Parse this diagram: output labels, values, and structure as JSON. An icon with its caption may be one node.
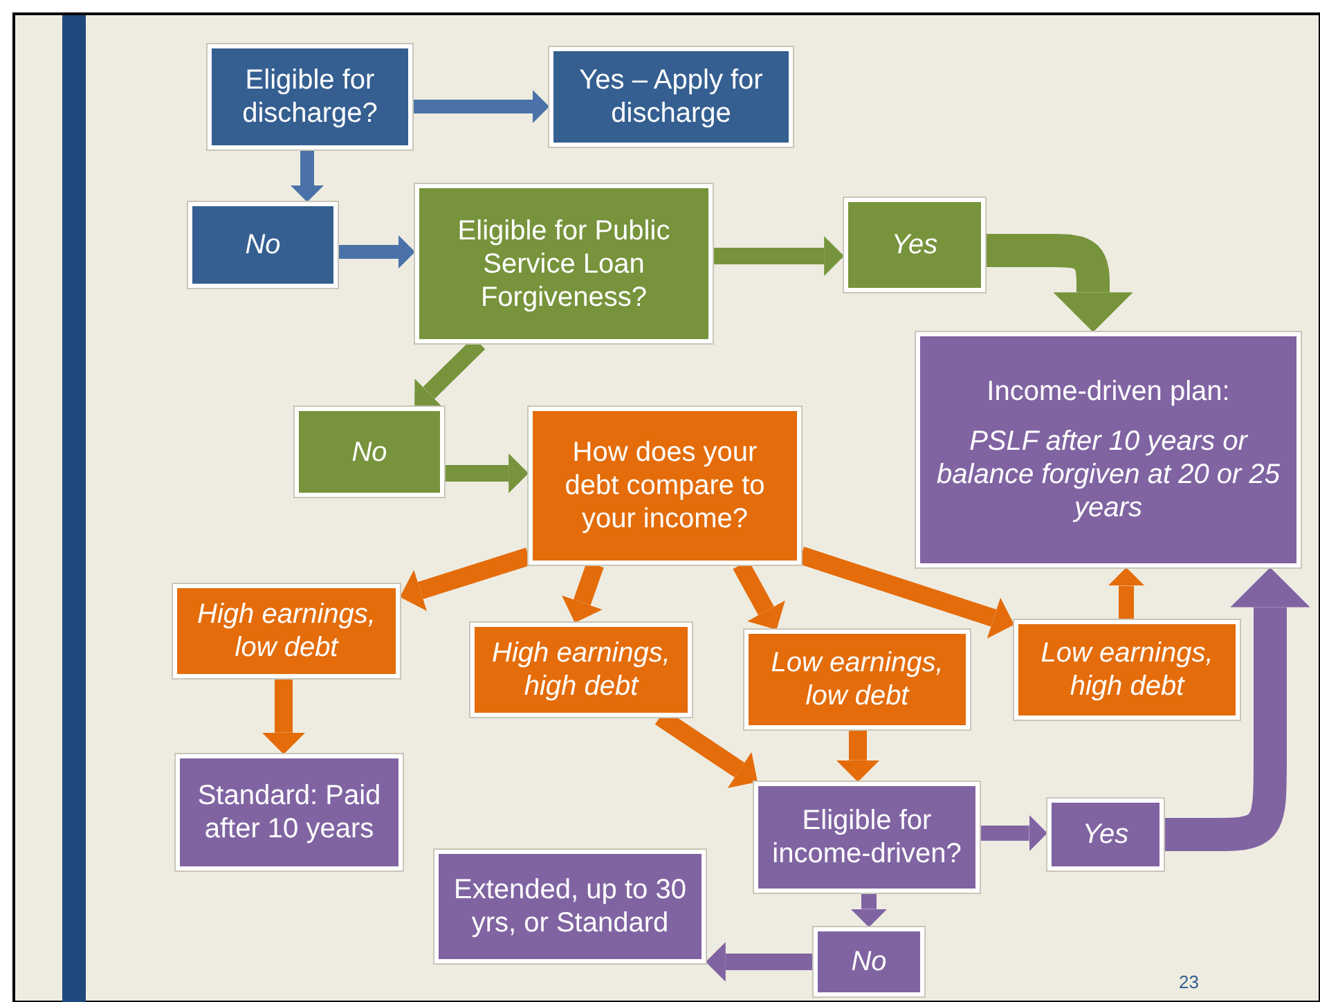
{
  "diagram": {
    "nodes": [
      {
        "text": [
          "Eligible for discharge?"
        ]
      },
      {
        "text": [
          "Yes – Apply for discharge"
        ]
      },
      {
        "text": [
          "No"
        ]
      },
      {
        "text": [
          "Eligible for Public Service Loan Forgiveness?"
        ]
      },
      {
        "text": [
          "Yes"
        ]
      },
      {
        "text": [
          "Income-driven plan:",
          "PSLF after 10 years or balance forgiven at 20 or 25 years"
        ]
      },
      {
        "text": [
          "No"
        ]
      },
      {
        "text": [
          "How does your debt compare to your income?"
        ]
      },
      {
        "text": [
          "High earnings, low debt"
        ]
      },
      {
        "text": [
          "High earnings, high debt"
        ]
      },
      {
        "text": [
          "Low earnings, low debt"
        ]
      },
      {
        "text": [
          "Low earnings, high debt"
        ]
      },
      {
        "text": [
          "Standard: Paid after 10 years"
        ]
      },
      {
        "text": [
          "Eligible for income-driven?"
        ]
      },
      {
        "text": [
          "Yes"
        ]
      },
      {
        "text": [
          "Extended, up to 30 yrs, or Standard"
        ]
      },
      {
        "text": [
          "No"
        ]
      }
    ],
    "edges": [
      {
        "from": 0,
        "to": 1,
        "arrow": "to",
        "color": "#4a72a8"
      },
      {
        "from": 0,
        "to": 2,
        "arrow": "to",
        "color": "#4a72a8"
      },
      {
        "from": 2,
        "to": 3,
        "arrow": "to",
        "color": "#4a72a8"
      },
      {
        "from": 3,
        "to": 4,
        "arrow": "to",
        "color": "#77933c"
      },
      {
        "from": 4,
        "to": 5,
        "arrow": "to",
        "color": "#77933c",
        "style": "thick"
      },
      {
        "from": 3,
        "to": 6,
        "arrow": "to",
        "color": "#77933c"
      },
      {
        "from": 6,
        "to": 7,
        "arrow": "to",
        "color": "#77933c"
      },
      {
        "from": 7,
        "to": 8,
        "arrow": "to"
      },
      {
        "from": 7,
        "to": 9,
        "arrow": "to"
      },
      {
        "from": 7,
        "to": 10,
        "arrow": "to"
      },
      {
        "from": 7,
        "to": 11,
        "arrow": "to"
      },
      {
        "from": 8,
        "to": 12,
        "arrow": "to"
      },
      {
        "from": 9,
        "to": 13,
        "arrow": "to"
      },
      {
        "from": 10,
        "to": 13,
        "arrow": "to"
      },
      {
        "from": 11,
        "to": 5,
        "arrow": "to"
      },
      {
        "from": 13,
        "to": 14,
        "arrow": "to",
        "color": "#8064a2"
      },
      {
        "from": 14,
        "to": 5,
        "arrow": "to",
        "color": "#8064a2",
        "style": "thick"
      },
      {
        "from": 13,
        "to": 16,
        "arrow": "to",
        "color": "#8064a2"
      },
      {
        "from": 16,
        "to": 15,
        "arrow": "to",
        "color": "#8064a2"
      }
    ],
    "labels": [
      "23"
    ]
  }
}
